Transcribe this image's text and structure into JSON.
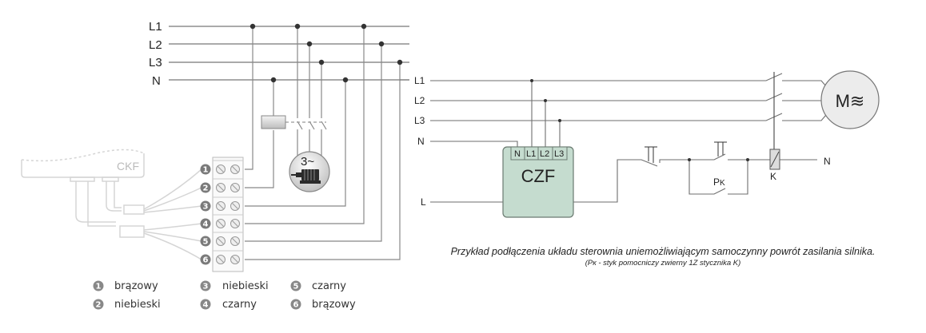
{
  "left_diagram": {
    "bus_labels": [
      "L1",
      "L2",
      "L3",
      "N"
    ],
    "controller_label": "CKF",
    "motor_symbol_label": "3~",
    "terminal_numbers": [
      "1",
      "2",
      "3",
      "4",
      "5",
      "6"
    ],
    "legend": [
      {
        "num": "1",
        "label": "brązowy"
      },
      {
        "num": "2",
        "label": "niebieski"
      },
      {
        "num": "3",
        "label": "niebieski"
      },
      {
        "num": "4",
        "label": "czarny"
      },
      {
        "num": "5",
        "label": "czarny"
      },
      {
        "num": "6",
        "label": "brązowy"
      }
    ]
  },
  "right_diagram": {
    "bus_labels": [
      "L1",
      "L2",
      "L3",
      "N",
      "L"
    ],
    "module_label": "CZF",
    "module_terminals": [
      "N",
      "L1",
      "L2",
      "L3"
    ],
    "motor_label": "M≋",
    "aux_contact_label": "Pk",
    "aux_contact_main": "P",
    "aux_contact_sub": "K",
    "coil_label": "K",
    "neutral_out_label": "N"
  },
  "caption": {
    "main": "Przykład podłączenia układu sterownia uniemożliwiającym samoczynny powrót zasilania silnika.",
    "sub": "(Pк - styk pomocniczy zwierny 1Z stycznika K)"
  },
  "colors": {
    "line": "#6e6e6e",
    "line_dark": "#444444",
    "module_fill": "#c5dccf",
    "module_stroke": "#6a7a70",
    "motor_fill": "#ececec",
    "badge": "#7a7a7a",
    "faint": "#d8d8d8"
  }
}
